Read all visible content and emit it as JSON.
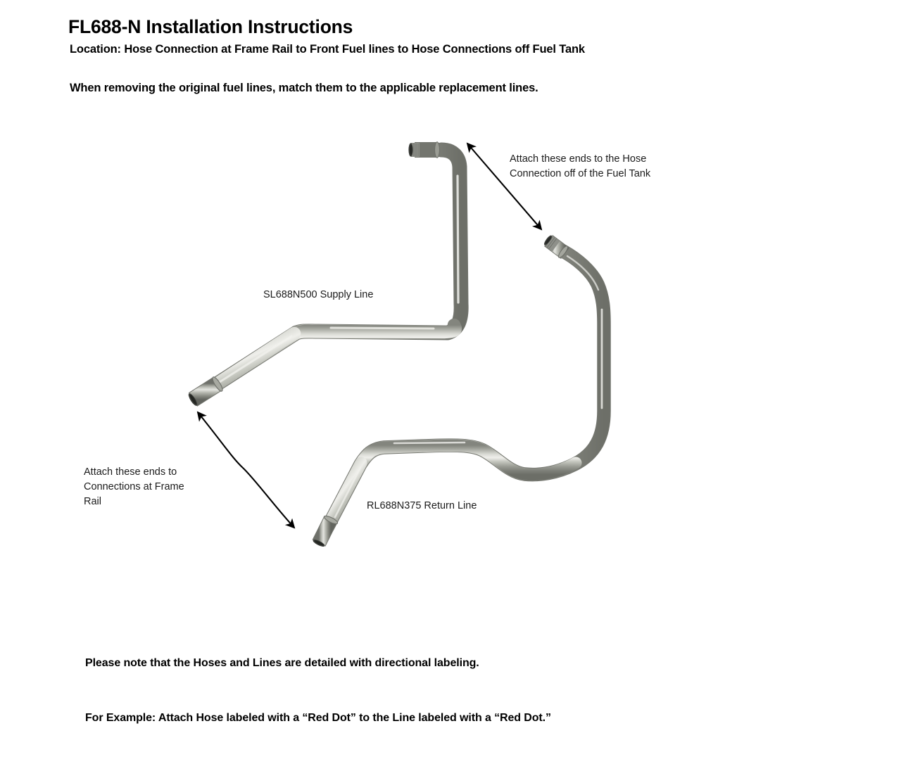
{
  "document": {
    "title": "FL688-N Installation Instructions",
    "subtitle": "Location: Hose Connection at Frame Rail to Front Fuel lines to Hose Connections off Fuel Tank",
    "instruction": "When removing the original fuel lines, match them to the applicable replacement lines."
  },
  "diagram": {
    "annotations": [
      {
        "id": "fuel-tank-ends",
        "text": "Attach these ends to the Hose\nConnection off of the Fuel Tank"
      },
      {
        "id": "frame-rail-ends",
        "text": "Attach these ends to\nConnections at Frame\nRail"
      }
    ],
    "parts": [
      {
        "id": "supply-line",
        "part_number": "SL688N500",
        "label": "SL688N500 Supply Line"
      },
      {
        "id": "return-line",
        "part_number": "RL688N375",
        "label": "RL688N375 Return Line"
      }
    ],
    "colors": {
      "tube_highlight": "#e9e9e4",
      "tube_mid": "#a9aba3",
      "tube_shadow": "#6f716a",
      "tube_edge": "#8a8c85",
      "arrow": "#000000",
      "background": "#ffffff"
    }
  },
  "footer": {
    "line1": "Please note that the Hoses and Lines are detailed with directional labeling.",
    "line2": "For Example: Attach Hose labeled with a “Red Dot” to the Line labeled with a “Red Dot.”"
  }
}
